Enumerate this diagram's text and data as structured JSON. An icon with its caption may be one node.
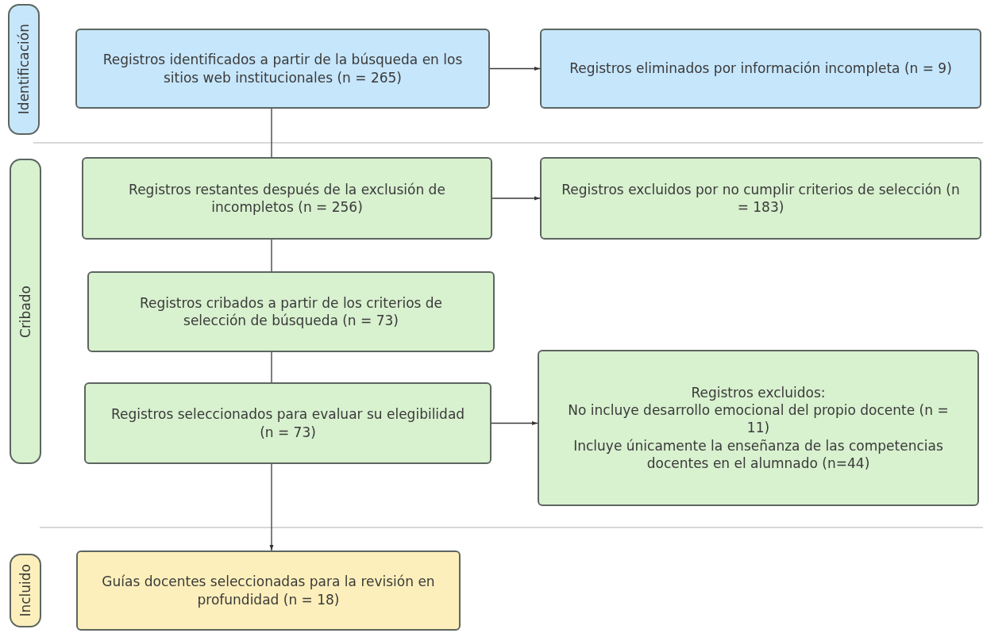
{
  "diagram": {
    "nodes": [
      {
        "text": [
          "Identificación"
        ]
      },
      {
        "text": [
          "Registros identificados a partir de la búsqueda en los sitios web institucionales (n = 265)"
        ]
      },
      {
        "text": [
          "Registros eliminados por información incompleta (n = 9)"
        ]
      },
      {
        "text": [
          "Cribado"
        ]
      },
      {
        "text": [
          "Registros restantes después de la exclusión de incompletos (n = 256)"
        ]
      },
      {
        "text": [
          "Registros excluidos por no cumplir criterios de selección (n = 183)"
        ]
      },
      {
        "text": [
          "Registros cribados a partir de los criterios de selección de búsqueda (n = 73)"
        ]
      },
      {
        "text": [
          "Registros seleccionados para evaluar su elegibilidad (n = 73)"
        ]
      },
      {
        "text": [
          "Registros excluidos:",
          "No incluye desarrollo emocional del propio docente (n = 11)",
          "Incluye únicamente la enseñanza de las competencias docentes en el alumnado (n=44)"
        ]
      },
      {
        "text": [
          "Incluido"
        ]
      },
      {
        "text": [
          "Guías docentes seleccionadas para la revisión en profundidad (n = 18)"
        ]
      }
    ],
    "edges": [
      {
        "from": 1,
        "to": 2,
        "arrow": "to"
      },
      {
        "from": 1,
        "to": 4,
        "arrow": "none"
      },
      {
        "from": 4,
        "to": 5,
        "arrow": "to"
      },
      {
        "from": 4,
        "to": 6,
        "arrow": "none"
      },
      {
        "from": 6,
        "to": 7,
        "arrow": "none"
      },
      {
        "from": 7,
        "to": 8,
        "arrow": "to"
      },
      {
        "from": 7,
        "to": 10,
        "arrow": "to"
      }
    ]
  }
}
